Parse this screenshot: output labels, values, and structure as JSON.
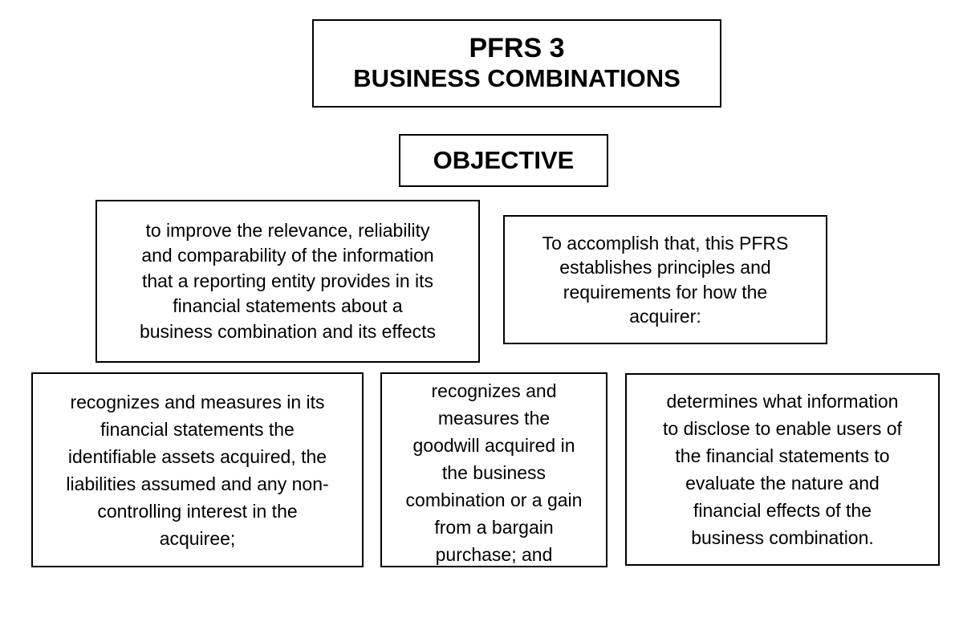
{
  "title": {
    "line1": "PFRS 3",
    "line2": "BUSINESS COMBINATIONS"
  },
  "objective": {
    "label": "OBJECTIVE"
  },
  "objective_statement": {
    "lines": [
      "to improve the relevance, reliability",
      "and comparability of the information",
      "that a reporting entity provides in its",
      "financial statements about a",
      "business combination and its effects"
    ]
  },
  "accomplish_statement": {
    "lines": [
      "To accomplish that, this PFRS",
      "establishes principles and",
      "requirements for how the",
      "acquirer:"
    ]
  },
  "principles": [
    {
      "lines": [
        "recognizes and measures in its",
        "financial statements the",
        "identifiable assets acquired, the",
        "liabilities assumed and any non-",
        "controlling interest in the",
        "acquiree;"
      ]
    },
    {
      "lines": [
        "recognizes and",
        "measures the",
        "goodwill acquired in",
        "the business",
        "combination or a gain",
        "from a bargain",
        "purchase; and"
      ]
    },
    {
      "lines": [
        "determines what information",
        "to disclose to enable users of",
        "the financial statements to",
        "evaluate the nature and",
        "financial effects of the",
        "business combination."
      ]
    }
  ]
}
